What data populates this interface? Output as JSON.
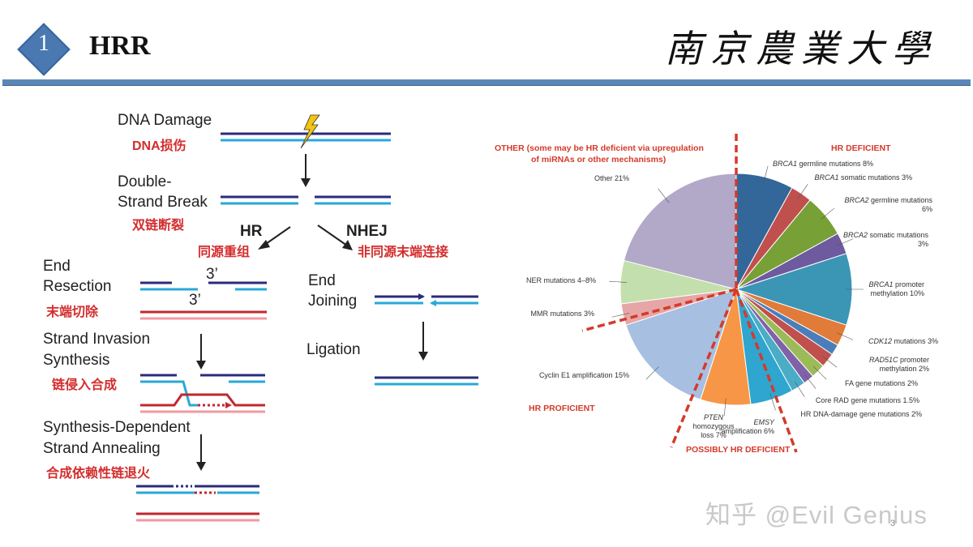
{
  "header": {
    "section_number": "1",
    "title": "HRR",
    "logo_text": "南京農業大學",
    "colors": {
      "bar": "#5b87b8",
      "badge": "#4a78b0"
    }
  },
  "diagram": {
    "dna_damage": "DNA Damage",
    "dna_damage_zh": "DNA损伤",
    "dsb_line1": "Double-",
    "dsb_line2": "Strand Break",
    "dsb_zh": "双链断裂",
    "hr": "HR",
    "hr_zh": "同源重组",
    "nhej": "NHEJ",
    "nhej_zh": "非同源末端连接",
    "end_resection_1": "End",
    "end_resection_2": "Resection",
    "end_resection_zh": "末端切除",
    "three_prime_a": "3’",
    "three_prime_b": "3’",
    "strand_invasion_1": "Strand Invasion",
    "strand_invasion_2": "Synthesis",
    "strand_invasion_zh": "链侵入合成",
    "sdsa_1": "Synthesis-Dependent",
    "sdsa_2": "Strand Annealing",
    "sdsa_zh": "合成依赖性链退火",
    "end_joining_1": "End",
    "end_joining_2": "Joining",
    "ligation": "Ligation",
    "colors": {
      "dark_strand": "#2b2b7a",
      "light_strand": "#27a9d8",
      "red_strand": "#c0282d",
      "pink_strand": "#f09aa0"
    }
  },
  "chart_data": {
    "type": "pie",
    "category_labels": {
      "hr_deficient": "HR DEFICIENT",
      "other_line1": "OTHER (some may be HR deficient via upregulation",
      "other_line2": "of miRNAs or other mechanisms)",
      "hr_proficient": "HR PROFICIENT",
      "possibly": "POSSIBLY HR DEFICIENT"
    },
    "slices": [
      {
        "name_italic": "BRCA1",
        "name": " germline mutations 8%",
        "value": 8,
        "color": "#336699"
      },
      {
        "name_italic": "BRCA1",
        "name": " somatic mutations 3%",
        "value": 3,
        "color": "#c0504d"
      },
      {
        "name_italic": "BRCA2",
        "name": " germline mutations",
        "name2": "6%",
        "value": 6,
        "color": "#77a036"
      },
      {
        "name_italic": "BRCA2",
        "name": " somatic mutations",
        "name2": "3%",
        "value": 3,
        "color": "#6e5a9e"
      },
      {
        "name_italic": "BRCA1",
        "name": " promoter",
        "name2": "methylation 10%",
        "value": 10,
        "color": "#3b95b5"
      },
      {
        "name_italic": "CDK12",
        "name": " mutations 3%",
        "value": 3,
        "color": "#e07b39"
      },
      {
        "name_italic": "",
        "name": "",
        "value": 1.5,
        "color": "#4a7ebb"
      },
      {
        "name_italic": "RAD51C",
        "name": " promoter",
        "name2": "methylation 2%",
        "value": 2,
        "color": "#c0504d"
      },
      {
        "name_italic": "",
        "name": "FA gene mutations 2%",
        "value": 2,
        "color": "#9bbb59"
      },
      {
        "name_italic": "",
        "name": "Core RAD gene mutations 1.5%",
        "value": 1.5,
        "color": "#7f62a8"
      },
      {
        "name_italic": "",
        "name": "HR DNA-damage gene mutations 2%",
        "value": 2,
        "color": "#4bacc6"
      },
      {
        "name_italic": "EMSY",
        "name": "",
        "name2": "amplification 6%",
        "value": 6,
        "color": "#2ea6cf"
      },
      {
        "name_italic": "PTEN",
        "name": "",
        "name2": "homozygous",
        "name3": "loss 7%",
        "value": 7,
        "color": "#f79646"
      },
      {
        "name_italic": "",
        "name": "Cyclin E1 amplification 15%",
        "value": 15,
        "color": "#a7bfe0"
      },
      {
        "name_italic": "",
        "name": "MMR mutations 3%",
        "value": 3,
        "color": "#e6a6a6"
      },
      {
        "name_italic": "",
        "name": "NER mutations  4–8%",
        "value": 6,
        "color": "#c4dfae"
      },
      {
        "name_italic": "",
        "name": "Other 21%",
        "value": 21,
        "color": "#b2a9c9"
      }
    ]
  },
  "watermark": "知乎 @Evil Genius",
  "page_number": "3"
}
